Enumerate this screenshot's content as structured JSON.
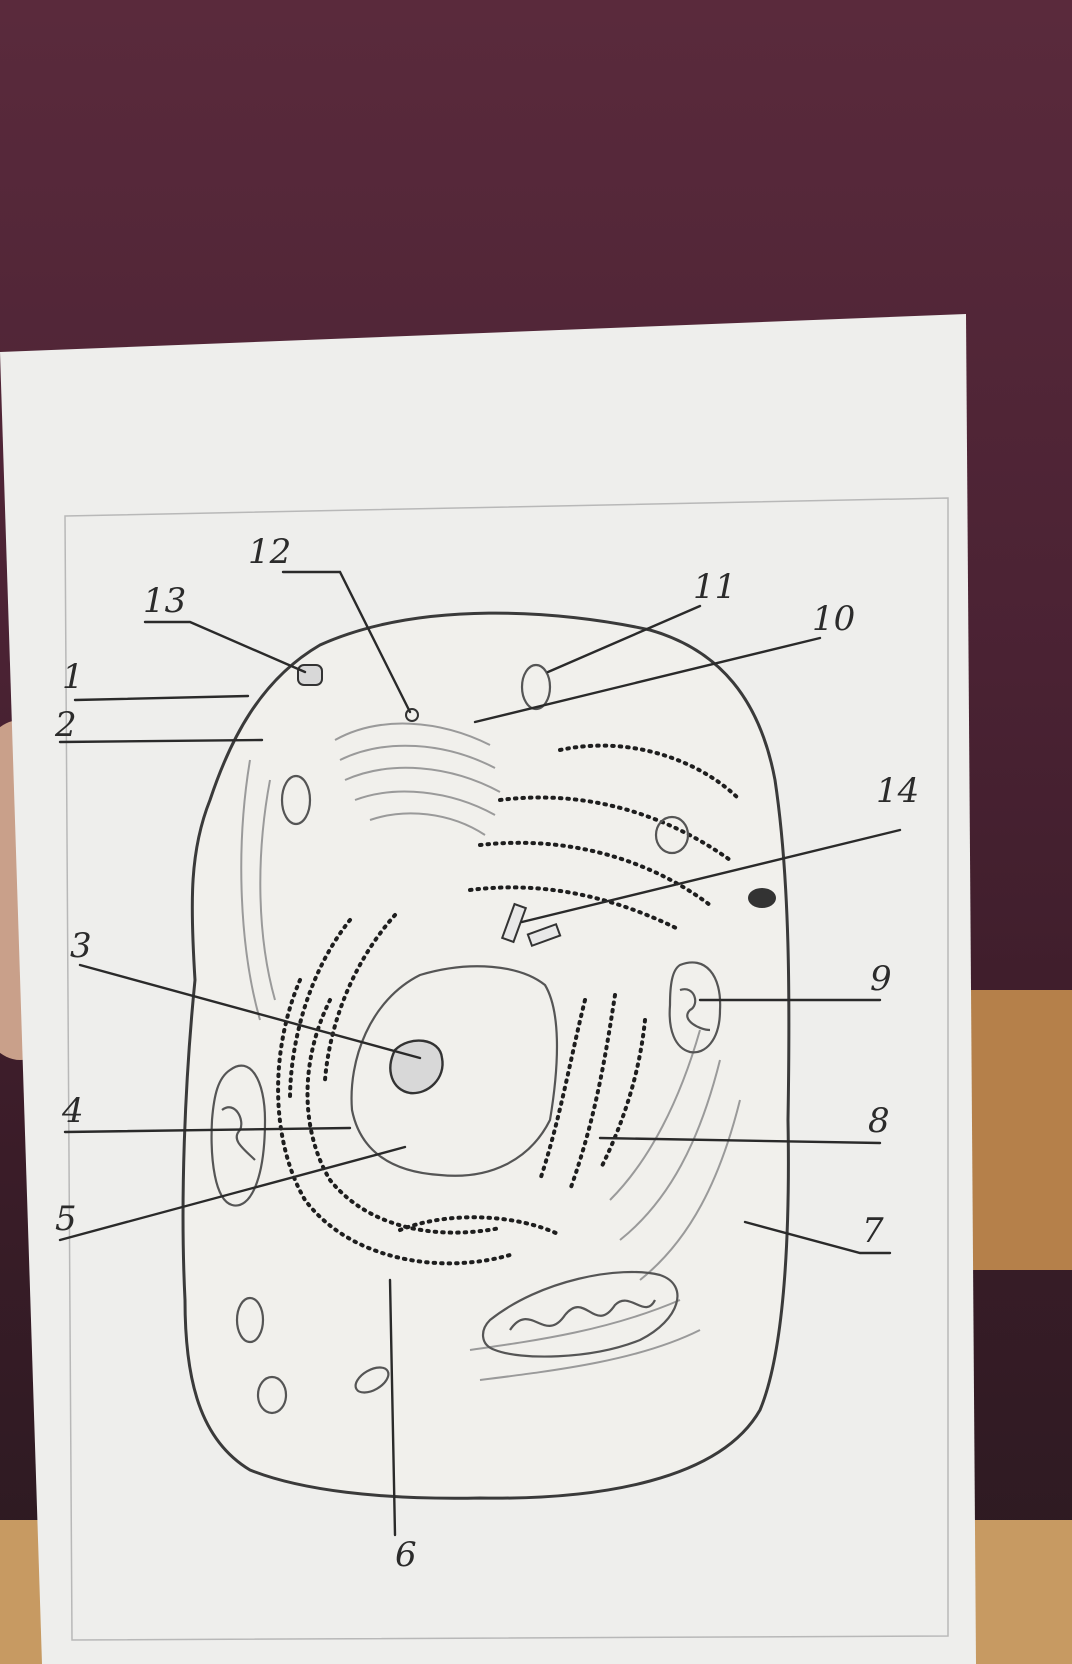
{
  "diagram": {
    "labels": [
      "1",
      "2",
      "3",
      "4",
      "5",
      "6",
      "7",
      "8",
      "9",
      "10",
      "11",
      "12",
      "13",
      "14"
    ]
  },
  "colors": {
    "background": "#4a2233",
    "paper": "#eeeeec",
    "ink": "#2b2b2b",
    "pencil": "#9a9a9a"
  }
}
